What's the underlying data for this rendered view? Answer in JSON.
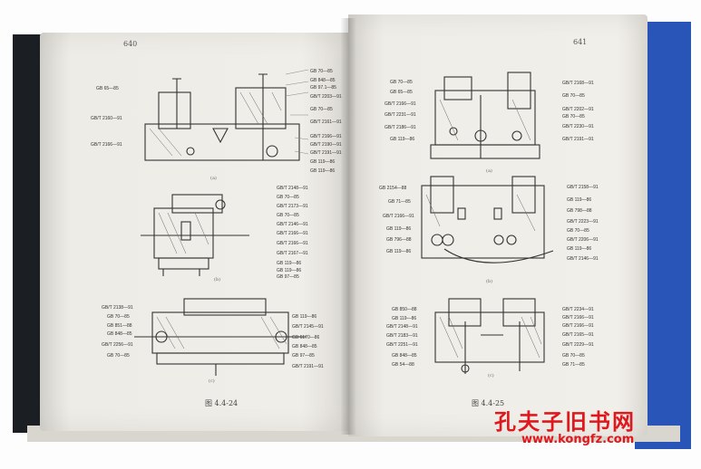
{
  "scene": {
    "description_type": "photo of open technical book",
    "colors": {
      "left_cover": "#1b1f24",
      "right_cover": "#2a55b8",
      "paper": "#efede7",
      "ink": "#333333",
      "watermark": "#e0181d"
    }
  },
  "left_page": {
    "page_number": "640",
    "figures": [
      {
        "sub_caption": "(a)",
        "callouts_left": [
          "GB 65—85",
          "GB/T 2160—91",
          "GB/T 2166—91"
        ],
        "callouts_right": [
          "GB 70—85",
          "GB 848—85",
          "GB 97.1—85",
          "GB/T 2203—91",
          "GB 70—85",
          "GB/T 2161—91",
          "GB/T 2166—91",
          "GB/T 2190—91",
          "GB/T 2191—91",
          "GB 119—86",
          "GB 119—86"
        ]
      },
      {
        "sub_caption": "(b)",
        "callouts_left": [],
        "callouts_right": [
          "GB/T 2148—91",
          "GB 70—85",
          "GB/T 2173—91",
          "GB 70—85",
          "GB/T 2146—91",
          "GB/T 2166—91",
          "GB/T 2166—91",
          "GB/T 2167—91",
          "GB 119—86",
          "GB 119—86",
          "GB 97—85"
        ]
      },
      {
        "sub_caption": "(c)",
        "callouts_left": [
          "GB/T 2138—91",
          "GB 70—85",
          "GB 851—88",
          "GB 848—85",
          "GB/T 2256—91",
          "GB 70—85"
        ],
        "callouts_right": [
          "GB 119—86",
          "GB/T 2145—91",
          "GB 6170—86",
          "GB 848—85",
          "GB 97—85",
          "GB/T 2191—91"
        ]
      }
    ],
    "caption": "图 4.4-24"
  },
  "right_page": {
    "page_number": "641",
    "figures": [
      {
        "sub_caption": "(a)",
        "callouts_left": [
          "GB 70—85",
          "GB 65—85",
          "GB/T 2166—91",
          "GB/T 2231—91",
          "GB/T 2186—91",
          "GB 119—86"
        ],
        "callouts_right": [
          "GB/T 2168—91",
          "GB 70—85",
          "GB/T 2202—91",
          "GB 70—85",
          "GB/T 2230—91",
          "GB/T 2191—91"
        ]
      },
      {
        "sub_caption": "(b)",
        "callouts_left": [
          "GB 2154—88",
          "GB 71—85",
          "GB/T 2166—91",
          "GB 119—86",
          "GB 796—88",
          "GB 119—86"
        ],
        "callouts_right": [
          "GB/T 2158—91",
          "GB 119—86",
          "GB 798—88",
          "GB/T 2223—91",
          "GB 70—85",
          "GB/T 2206—91",
          "GB 119—86",
          "GB/T 2146—91"
        ]
      },
      {
        "sub_caption": "(c)",
        "callouts_left": [
          "GB 850—88",
          "GB 119—86",
          "GB/T 2148—91",
          "GB/T 2183—91",
          "GB/T 2251—91",
          "GB 848—85",
          "GB 54—88"
        ],
        "callouts_right": [
          "GB/T 2234—91",
          "GB/T 2166—91",
          "GB/T 2166—91",
          "GB/T 2165—91",
          "GB/T 2229—91",
          "GB 70—85",
          "GB 71—85"
        ]
      }
    ],
    "caption": "图 4.4-25"
  },
  "watermark": {
    "title": "孔夫子旧书网",
    "url": "www.kongfz.com"
  }
}
